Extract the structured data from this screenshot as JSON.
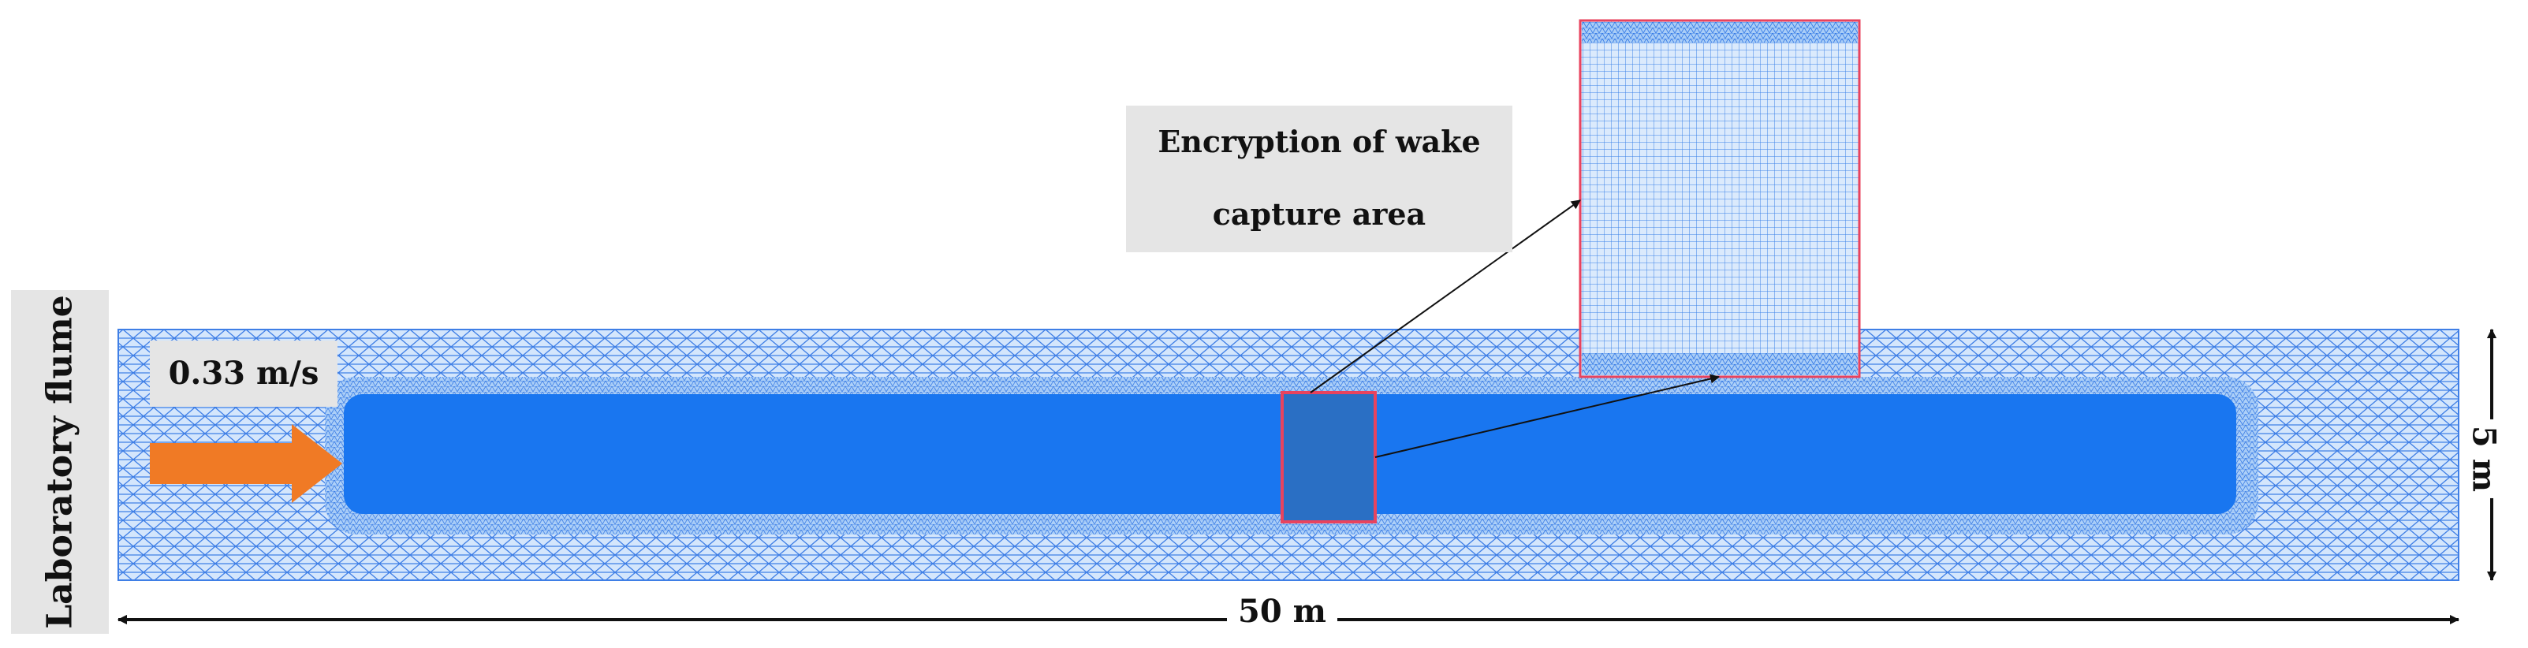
{
  "diagram": {
    "side_label": "Laboratory flume",
    "inflow_speed": "0.33 m/s",
    "callout_text": [
      "Encryption of wake",
      "capture area"
    ],
    "length_dimension": "50 m",
    "height_dimension": "5 m"
  },
  "colors": {
    "mesh_line": "#3f7fe6",
    "mesh_background": "#cfe2fb",
    "dense_region": "#1976f0",
    "wake_region": "#2a6fc4",
    "highlight_border": "#e8435e",
    "arrow": "#f07a25",
    "label_background": "#e5e5e5"
  }
}
